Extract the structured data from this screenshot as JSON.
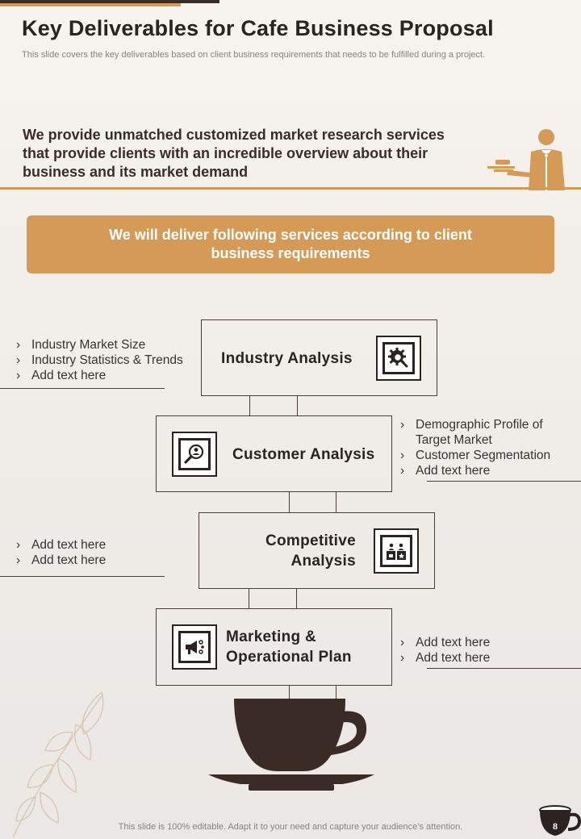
{
  "header": {
    "title": "Key Deliverables for Cafe Business Proposal",
    "subtitle": "This slide covers the key deliverables based on client business requirements that needs to be fulfilled during a project."
  },
  "intro": {
    "text": "We provide unmatched customized market research services that provide clients with an incredible overview about their business and its market demand"
  },
  "banner": {
    "text": "We will deliver following services according to client business requirements"
  },
  "deliverables": [
    {
      "title_lines": [
        "Industry Analysis"
      ],
      "icon": "gear-magnifier-icon",
      "bullets": [
        "Industry  Market Size",
        "Industry  Statistics & Trends",
        "Add text here"
      ]
    },
    {
      "title_lines": [
        "Customer Analysis"
      ],
      "icon": "person-magnifier-icon",
      "bullets": [
        "Demographic Profile of Target Market",
        "Customer Segmentation",
        "Add text here"
      ]
    },
    {
      "title_lines": [
        "Competitive",
        "Analysis"
      ],
      "icon": "competitors-podium-icon",
      "bullets": [
        "Add text here",
        "Add text here"
      ]
    },
    {
      "title_lines": [
        "Marketing &",
        "Operational Plan"
      ],
      "icon": "megaphone-icon",
      "bullets": [
        "Add text here",
        "Add text here"
      ]
    }
  ],
  "footer": {
    "text": "This slide is 100% editable. Adapt it to your need and capture your audience’s attention.",
    "page_number": "8"
  },
  "colors": {
    "accent": "#d69a57",
    "dark": "#3a2d28",
    "cup": "#3b2b26"
  }
}
